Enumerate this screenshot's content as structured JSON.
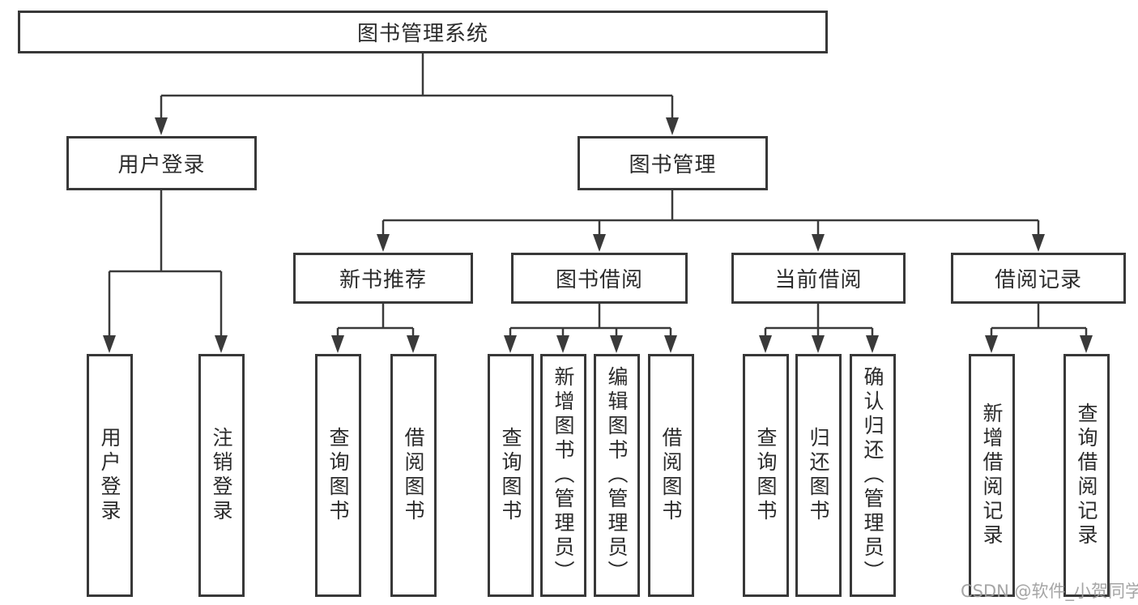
{
  "diagram": {
    "title": "图书管理系统",
    "root": {
      "label": "图书管理系统"
    },
    "branches": [
      {
        "label": "用户登录",
        "children": [
          {
            "label": "用户登录"
          },
          {
            "label": "注销登录"
          }
        ]
      },
      {
        "label": "图书管理",
        "children": [
          {
            "label": "新书推荐",
            "children": [
              {
                "label": "查询图书"
              },
              {
                "label": "借阅图书"
              }
            ]
          },
          {
            "label": "图书借阅",
            "children": [
              {
                "label": "查询图书"
              },
              {
                "label": "新增图书（管理员）"
              },
              {
                "label": "编辑图书（管理员）"
              },
              {
                "label": "借阅图书"
              }
            ]
          },
          {
            "label": "当前借阅",
            "children": [
              {
                "label": "查询图书"
              },
              {
                "label": "归还图书"
              },
              {
                "label": "确认归还（管理员）"
              }
            ]
          },
          {
            "label": "借阅记录",
            "children": [
              {
                "label": "新增借阅记录"
              },
              {
                "label": "查询借阅记录"
              }
            ]
          }
        ]
      }
    ]
  },
  "watermark": {
    "text": "CSDN @软件_小贺同学",
    "color": "#9e9e9e"
  },
  "colors": {
    "line": "#3a3a3a",
    "box_border": "#383838",
    "text": "#2b2b2b",
    "background": "#ffffff"
  }
}
